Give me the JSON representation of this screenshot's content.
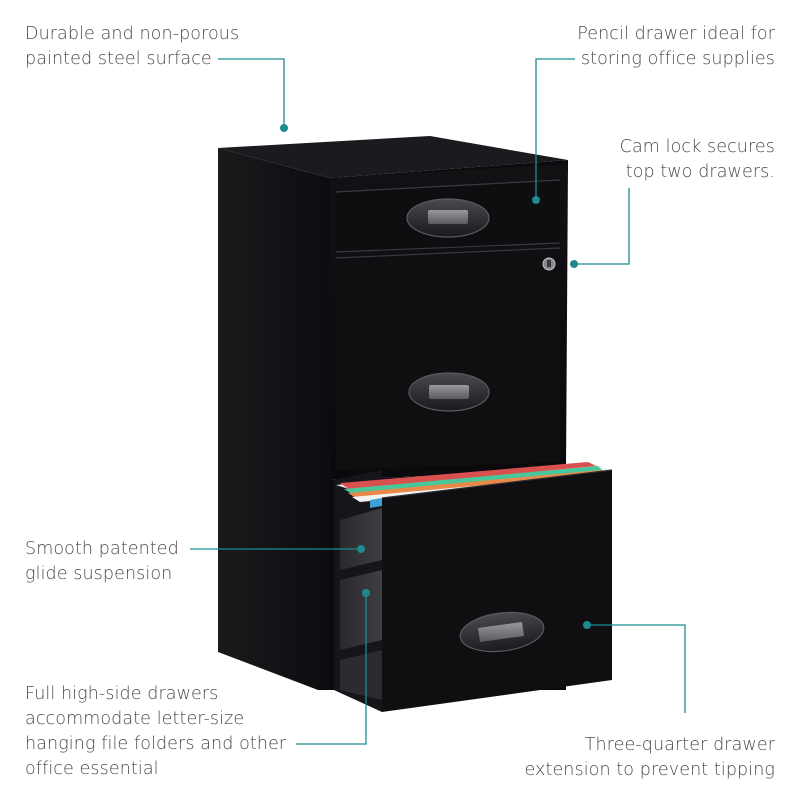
{
  "product": {
    "name": "3-drawer filing cabinet",
    "color": "black"
  },
  "colors": {
    "accent": "#1e8a8f",
    "text": "#4a4a4a",
    "cabinet": "#141316",
    "background": "#ffffff"
  },
  "callouts": [
    {
      "id": "surface",
      "lines": [
        "Durable and non-porous",
        "painted steel surface"
      ]
    },
    {
      "id": "pencil-drawer",
      "lines": [
        "Pencil drawer ideal for",
        "storing office supplies"
      ]
    },
    {
      "id": "cam-lock",
      "lines": [
        "Cam lock secures",
        "top two drawers."
      ]
    },
    {
      "id": "glide-suspension",
      "lines": [
        "Smooth patented",
        "glide suspension"
      ]
    },
    {
      "id": "high-side-drawers",
      "lines": [
        "Full high-side drawers",
        "accommodate letter-size",
        "hanging file folders and other",
        "office essential"
      ]
    },
    {
      "id": "drawer-extension",
      "lines": [
        "Three-quarter drawer",
        "extension to prevent tipping"
      ]
    }
  ]
}
